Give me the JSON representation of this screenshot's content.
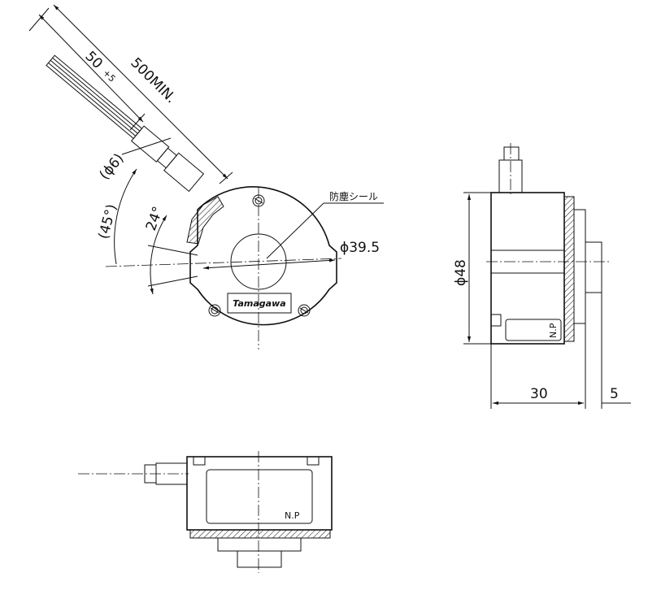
{
  "labels": {
    "cable_length_short": "50",
    "cable_length_short_tol": "+5",
    "cable_length_long": "500MIN.",
    "cable_diameter": "(ϕ6)",
    "angle_45": "(45°)",
    "angle_24": "24°",
    "dust_seal": "防塵シール",
    "bore_diameter": "ϕ39.5",
    "body_diameter": "ϕ48",
    "body_length": "30",
    "flange_length": "5",
    "nameplate_side": "N.P",
    "nameplate_bottom": "N.P",
    "logo_text": "Tamagawa"
  },
  "colors": {
    "line": "#111111",
    "background": "#ffffff"
  }
}
